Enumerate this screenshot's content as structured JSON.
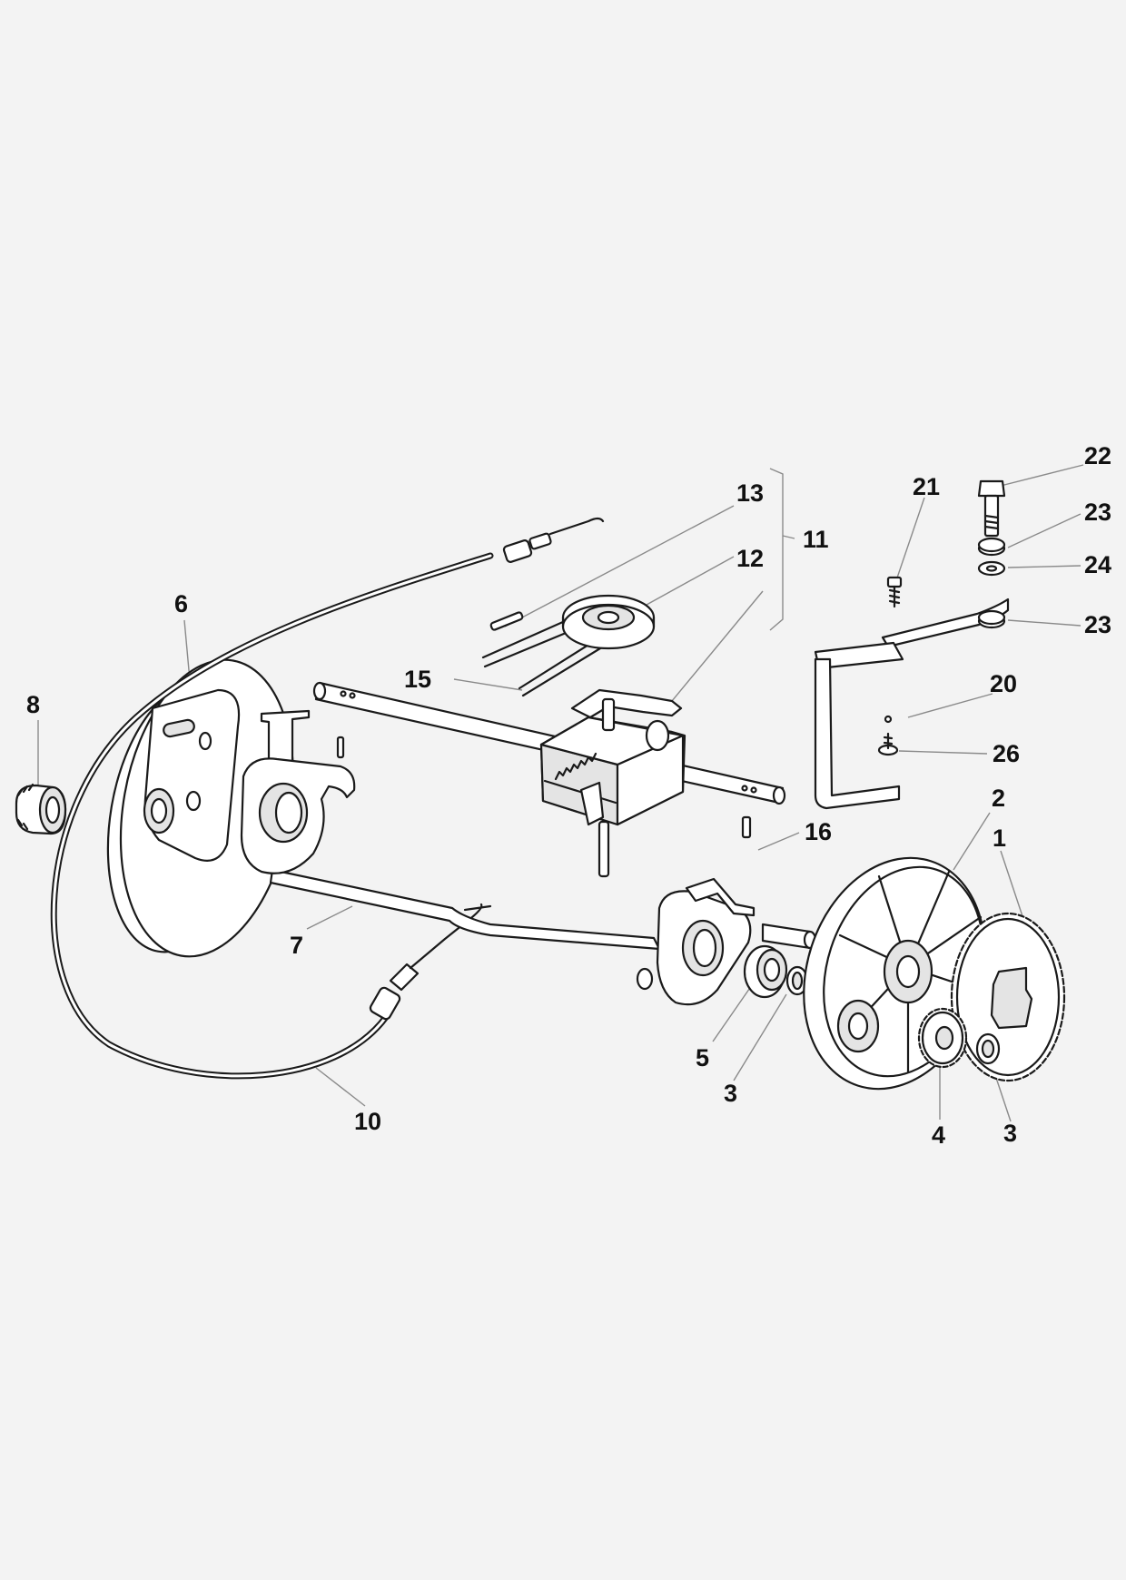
{
  "callouts": [
    {
      "id": "c22",
      "label": "22"
    },
    {
      "id": "c21",
      "label": "21"
    },
    {
      "id": "c23a",
      "label": "23"
    },
    {
      "id": "c13",
      "label": "13"
    },
    {
      "id": "c11",
      "label": "11"
    },
    {
      "id": "c24",
      "label": "24"
    },
    {
      "id": "c12",
      "label": "12"
    },
    {
      "id": "c23b",
      "label": "23"
    },
    {
      "id": "c6",
      "label": "6"
    },
    {
      "id": "c15",
      "label": "15"
    },
    {
      "id": "c20",
      "label": "20"
    },
    {
      "id": "c8",
      "label": "8"
    },
    {
      "id": "c26",
      "label": "26"
    },
    {
      "id": "c2",
      "label": "2"
    },
    {
      "id": "c16",
      "label": "16"
    },
    {
      "id": "c1",
      "label": "1"
    },
    {
      "id": "c7",
      "label": "7"
    },
    {
      "id": "c5",
      "label": "5"
    },
    {
      "id": "c3a",
      "label": "3"
    },
    {
      "id": "c10",
      "label": "10"
    },
    {
      "id": "c4",
      "label": "4"
    },
    {
      "id": "c3b",
      "label": "3"
    }
  ]
}
